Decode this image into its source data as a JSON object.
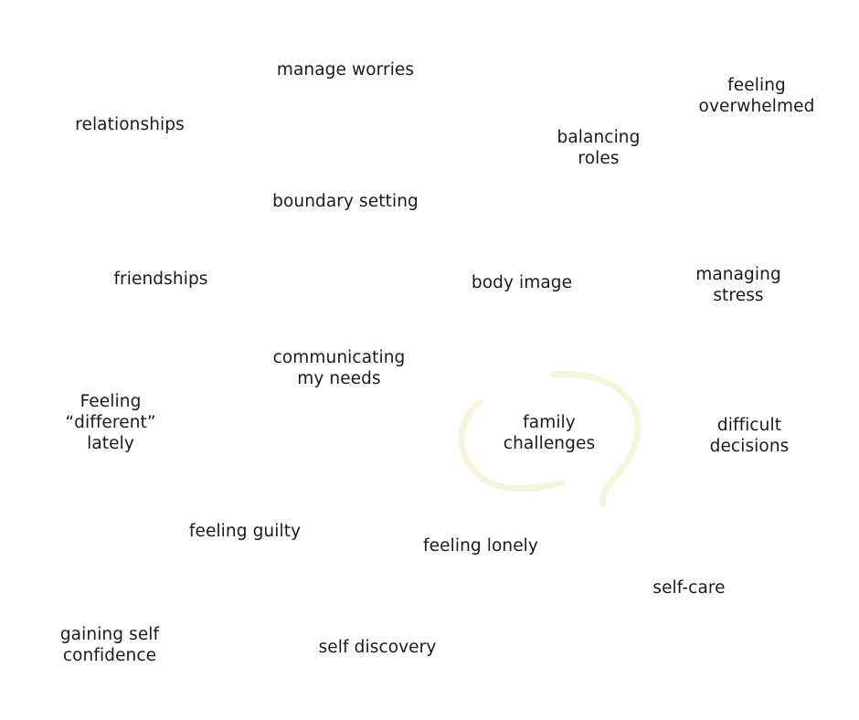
{
  "words": [
    "manage worries",
    "feeling\noverwhelmed",
    "relationships",
    "balancing\nroles",
    "boundary setting",
    "friendships",
    "body image",
    "managing\nstress",
    "communicating\nmy needs",
    "Feeling\n“different”\nlately",
    "family\nchallenges",
    "difficult\ndecisions",
    "feeling guilty",
    "feeling lonely",
    "self-care",
    "gaining self\nconfidence",
    "self discovery"
  ],
  "colors": {
    "text": "#1a1a1a",
    "background": "#ffffff",
    "faint_swirl": "#f7f5de"
  }
}
